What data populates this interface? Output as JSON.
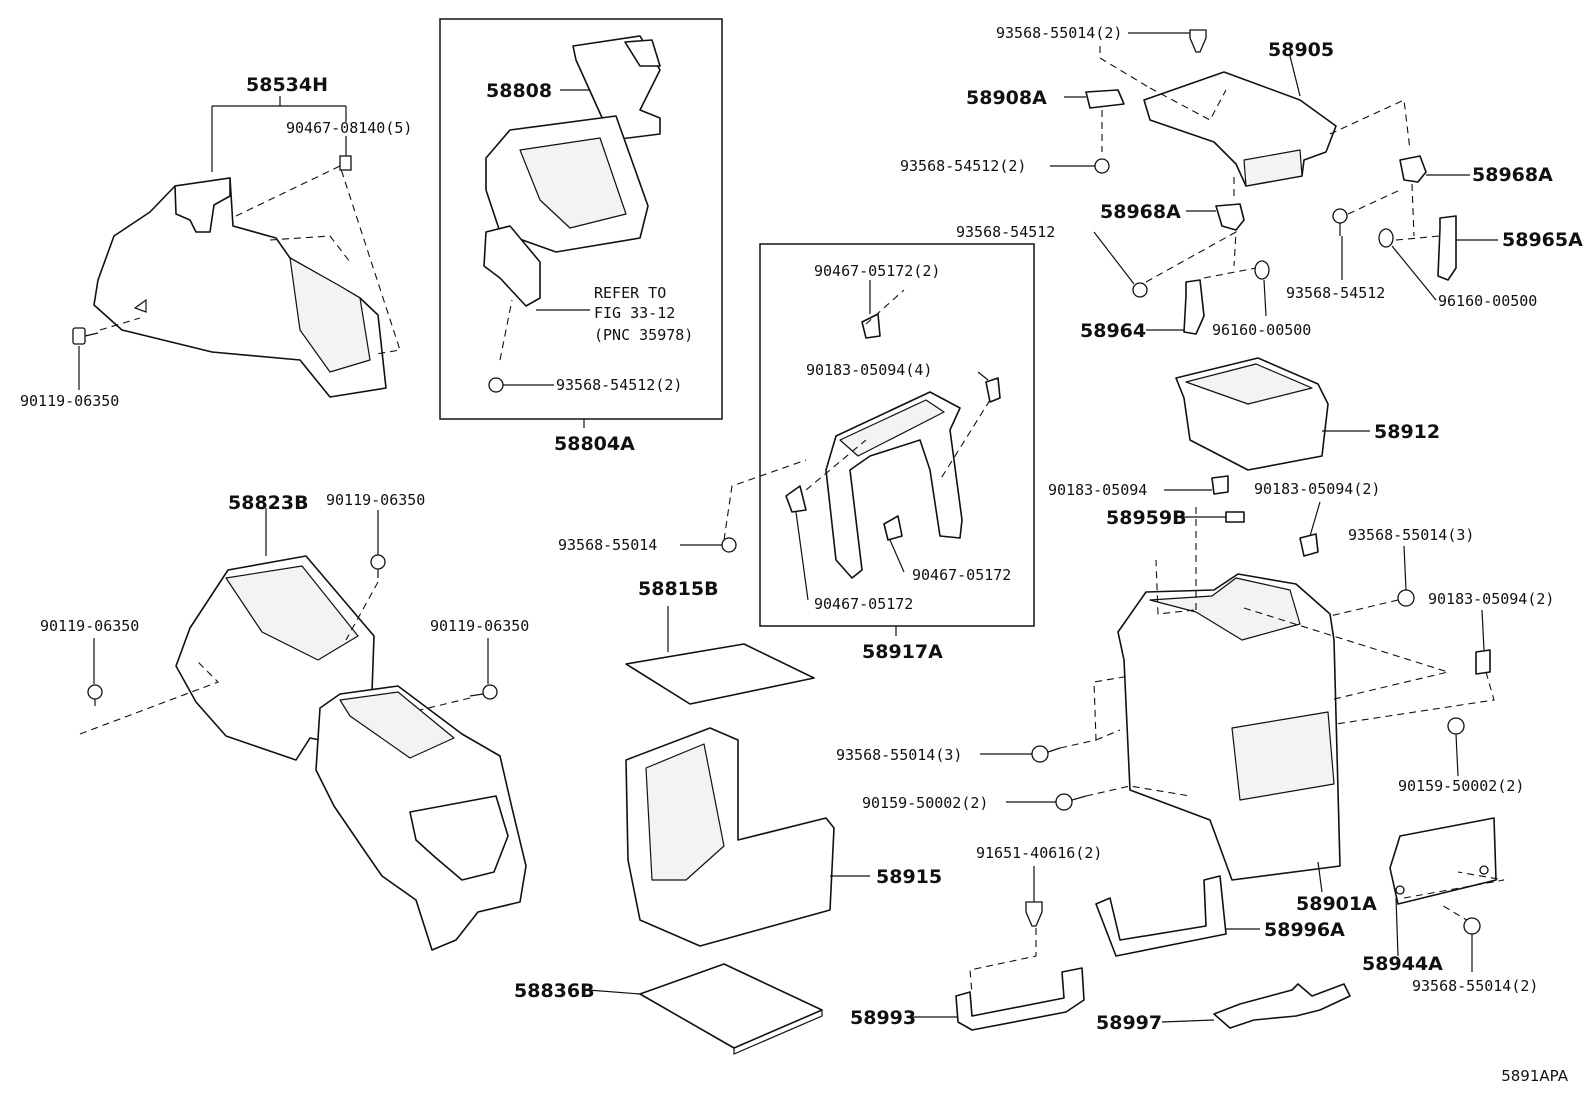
{
  "diagram_code": "5891APA",
  "labels": {
    "p58534H": "58534H",
    "p90467_08140": "90467-08140(5)",
    "p90119_06350_a": "90119-06350",
    "p58808": "58808",
    "refer_to": "REFER TO",
    "fig": "FIG 33-12",
    "pnc": "(PNC 35978)",
    "p93568_54512_2a": "93568-54512(2)",
    "p58804A": "58804A",
    "p93568_55014_2a": "93568-55014(2)",
    "p58905": "58905",
    "p58908A": "58908A",
    "p93568_54512_2b": "93568-54512(2)",
    "p58968A_a": "58968A",
    "p58968A_b": "58968A",
    "p93568_54512_a": "93568-54512",
    "p58965A": "58965A",
    "p93568_54512_b": "93568-54512",
    "p96160_00500_a": "96160-00500",
    "p58964": "58964",
    "p96160_00500_b": "96160-00500",
    "p90467_05172_2": "90467-05172(2)",
    "p90183_05094_4": "90183-05094(4)",
    "p93568_55014_a": "93568-55014",
    "p90467_05172_a": "90467-05172",
    "p90467_05172_b": "90467-05172",
    "p58917A": "58917A",
    "p58912": "58912",
    "p90183_05094_a": "90183-05094",
    "p90183_05094_2a": "90183-05094(2)",
    "p58959B": "58959B",
    "p93568_55014_3a": "93568-55014(3)",
    "p90183_05094_2b": "90183-05094(2)",
    "p58823B": "58823B",
    "p90119_06350_b": "90119-06350",
    "p90119_06350_c": "90119-06350",
    "p90119_06350_d": "90119-06350",
    "p58815B": "58815B",
    "p93568_55014_3b": "93568-55014(3)",
    "p90159_50002_2a": "90159-50002(2)",
    "p90159_50002_2b": "90159-50002(2)",
    "p58915": "58915",
    "p91651_40616_2": "91651-40616(2)",
    "p58901A": "58901A",
    "p58996A": "58996A",
    "p58944A": "58944A",
    "p93568_55014_2b": "93568-55014(2)",
    "p58836B": "58836B",
    "p58993": "58993",
    "p58997": "58997"
  }
}
